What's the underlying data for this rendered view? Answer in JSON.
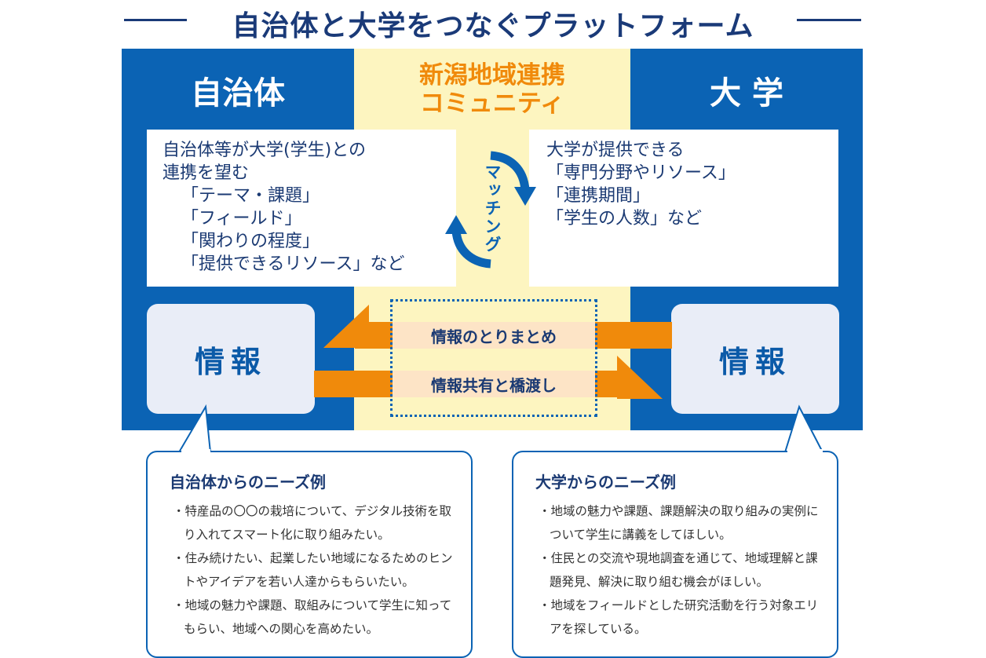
{
  "title": "自治体と大学をつなぐプラットフォーム",
  "left_heading": "自治体",
  "center_heading_line1": "新潟地域連携",
  "center_heading_line2": "コミュニティ",
  "right_heading": "大 学",
  "left_box_lines": [
    "自治体等が大学(学生)との",
    "連携を望む",
    "「テーマ・課題」",
    "「フィールド」",
    "「関わりの程度」",
    "「提供できるリソース」など"
  ],
  "right_box_lines": [
    "大学が提供できる",
    "「専門分野やリソース」",
    "「連携期間」",
    "「学生の人数」など"
  ],
  "matching_label": "マッチング",
  "info_left": "情報",
  "info_right": "情報",
  "bar_top_label": "情報のとりまとめ",
  "bar_bottom_label": "情報共有と橋渡し",
  "needs_left": {
    "title": "自治体からのニーズ例",
    "items": [
      "特産品の〇〇の栽培について、デジタル技術を取り入れてスマート化に取り組みたい。",
      "住み続けたい、起業したい地域になるためのヒントやアイデアを若い人達からもらいたい。",
      "地域の魅力や課題、取組みについて学生に知ってもらい、地域への関心を高めたい。"
    ]
  },
  "needs_right": {
    "title": "大学からのニーズ例",
    "items": [
      "地域の魅力や課題、課題解決の取り組みの実例について学生に講義をしてほしい。",
      "住民との交流や現地調査を通じて、地域理解と課題発見、解決に取り組む機会がほしい。",
      "地域をフィールドとした研究活動を行う対象エリアを探している。"
    ]
  },
  "colors": {
    "navy": "#1a3a78",
    "blue": "#0b63b4",
    "orange": "#f08a0b",
    "cream": "#fdf5c0",
    "light_blue_box": "#e9edf7"
  }
}
